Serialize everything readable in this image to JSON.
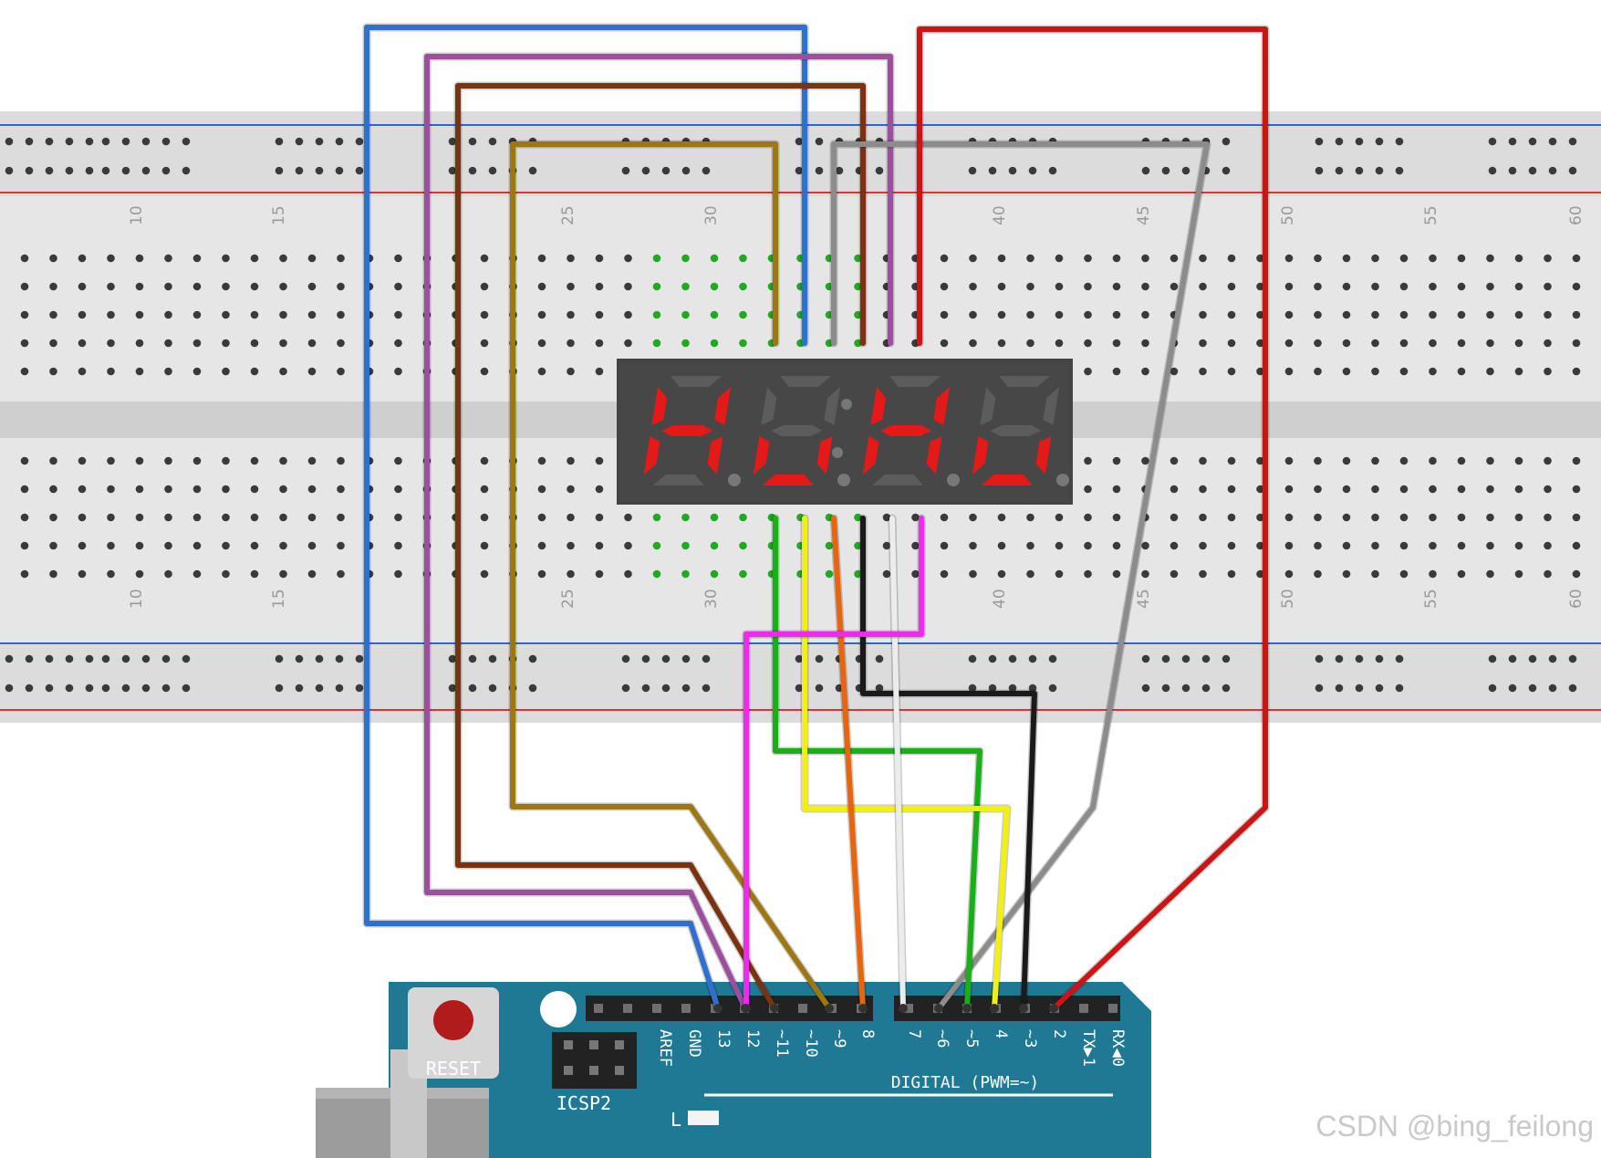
{
  "breadboard": {
    "column_labels": [
      "10",
      "15",
      "25",
      "30",
      "40",
      "45",
      "50",
      "55",
      "60"
    ]
  },
  "arduino": {
    "reset_label": "RESET",
    "icsp_label": "ICSP2",
    "led_label": "L",
    "digital_label": "DIGITAL (PWM=~)",
    "pin_labels": [
      "AREF",
      "GND",
      "13",
      "12",
      "~11",
      "~10",
      "~9",
      "8",
      "7",
      "~6",
      "~5",
      "4",
      "~3",
      "2",
      "TX▶1",
      "RX◀0"
    ]
  },
  "display": {
    "digits": [
      "H",
      "U",
      "H",
      "U"
    ]
  },
  "watermark": "CSDN @bing_feilong",
  "colors": {
    "blue": "#2f6fd0",
    "purple": "#9b4f9d",
    "brown": "#7a3310",
    "olive": "#9e7612",
    "gray": "#8c8c8c",
    "red": "#cc1414",
    "green": "#17b017",
    "yellow": "#f2f010",
    "orange": "#e6650e",
    "black": "#1a1a1a",
    "white": "#ececec",
    "magenta": "#ee2aee",
    "segment_on": "#e61919",
    "board": "#1f7894"
  }
}
